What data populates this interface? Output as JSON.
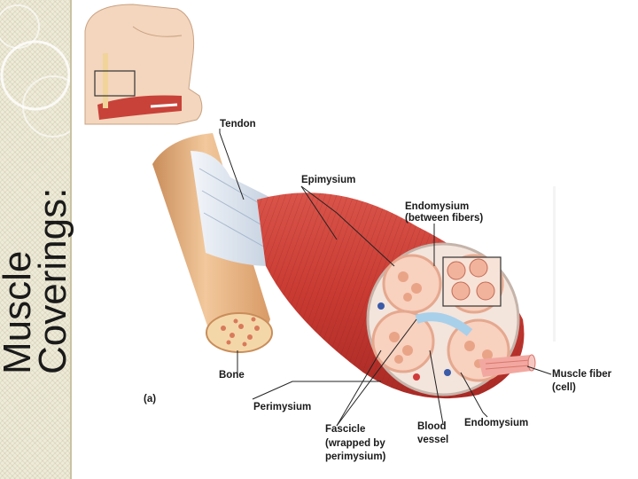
{
  "slide": {
    "title_line1": "Muscle",
    "title_line2": "Coverings:"
  },
  "figure": {
    "panel_label": "(a)",
    "labels": {
      "tendon": "Tendon",
      "epimysium": "Epimysium",
      "endomysium_top_1": "Endomysium",
      "endomysium_top_2": "(between fibers)",
      "bone": "Bone",
      "perimysium": "Perimysium",
      "fascicle_1": "Fascicle",
      "fascicle_2": "(wrapped by",
      "fascicle_3": "perimysium)",
      "blood_1": "Blood",
      "blood_2": "vessel",
      "endomysium_bottom": "Endomysium",
      "muscle_fiber_1": "Muscle fiber",
      "muscle_fiber_2": "(cell)"
    }
  },
  "colors": {
    "muscle": "#c83a32",
    "muscle_dark": "#9e2420",
    "bone": "#e8b584",
    "tendon": "#dfe6f0",
    "skin": "#f3d6bd",
    "band": "#eeebd9"
  }
}
